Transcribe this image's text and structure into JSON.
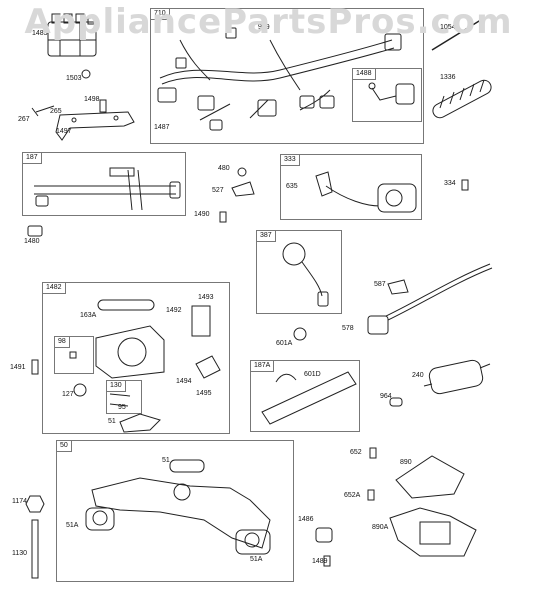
{
  "watermark": "AppliancePartsPros.com",
  "groups": {
    "g710": "710",
    "g1488": "1488",
    "g187": "187",
    "g333": "333",
    "g387": "387",
    "g1482": "1482",
    "g98": "98",
    "g130": "130",
    "g187A": "187A",
    "g50": "50"
  },
  "parts": {
    "p1485": "1485",
    "p1503": "1503",
    "p1498": "1498",
    "p267": "267",
    "p265": "265",
    "p1497": "1497",
    "p1487": "1487",
    "p929": "929",
    "p1054": "1054",
    "p1336": "1336",
    "p480": "480",
    "p527": "527",
    "p1490": "1490",
    "p635": "635",
    "p334": "334",
    "p1480": "1480",
    "p587": "587",
    "p578": "578",
    "p601A": "601A",
    "p163A": "163A",
    "p1492": "1492",
    "p1493": "1493",
    "p1494": "1494",
    "p1495": "1495",
    "p1491": "1491",
    "p127": "127",
    "p95": "95",
    "p51a": "51",
    "p601D": "601D",
    "p240": "240",
    "p964": "964",
    "p51b": "51",
    "p652": "652",
    "p890": "890",
    "p652A": "652A",
    "p890A": "890A",
    "p1174": "1174",
    "p1130": "1130",
    "p51A1": "51A",
    "p1486": "1486",
    "p1489": "1489",
    "p51A2": "51A"
  }
}
